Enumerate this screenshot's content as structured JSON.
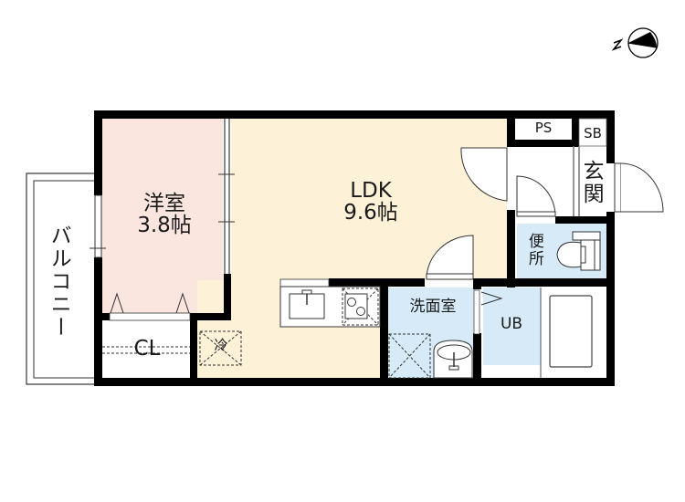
{
  "floorplan": {
    "compass": {
      "north_label": "N",
      "icon": "north-arrow-icon"
    },
    "colors": {
      "wall": "#000000",
      "western_room_fill": "#fbe5df",
      "ldk_fill": "#fdf1d8",
      "wet_area_fill": "#d6eaf8",
      "plain_fill": "#ffffff"
    },
    "rooms": {
      "western_room": {
        "name": "洋室",
        "size": "3.8帖"
      },
      "ldk": {
        "name": "LDK",
        "size": "9.6帖"
      },
      "balcony": {
        "name": "バルコニー"
      },
      "closet": {
        "name": "CL"
      },
      "fridge": {
        "name": "冷"
      },
      "washroom": {
        "name": "洗面室"
      },
      "unit_bath": {
        "name": "UB"
      },
      "toilet": {
        "name": "便所"
      },
      "entrance": {
        "name": "玄関"
      },
      "pipe_space": {
        "name": "PS"
      },
      "shoe_box": {
        "name": "SB"
      }
    }
  }
}
